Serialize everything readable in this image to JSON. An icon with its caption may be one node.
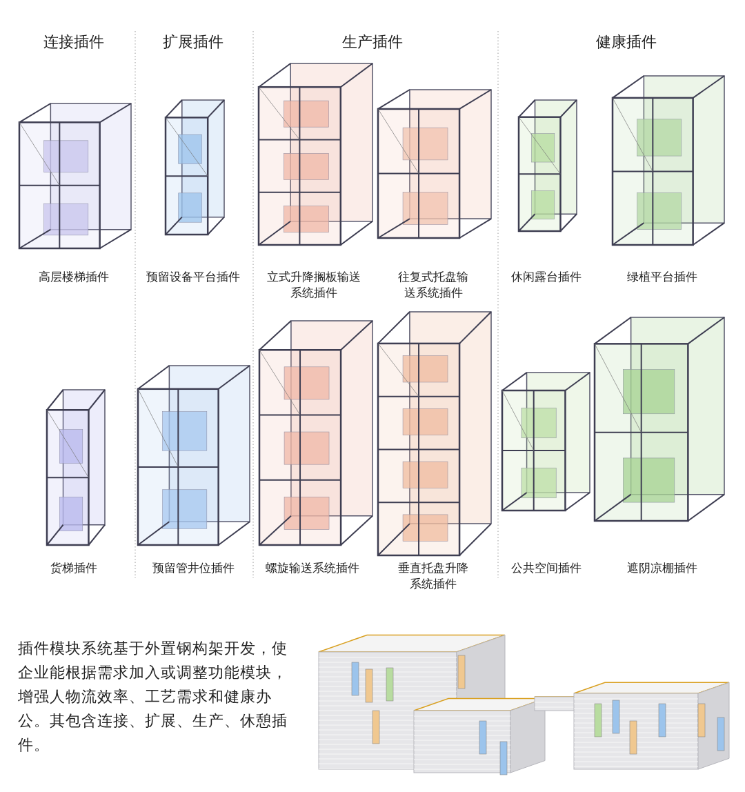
{
  "diagram": {
    "labels": [
      "连接插件",
      "扩展插件",
      "生产插件",
      "健康插件",
      "高层楼梯插件",
      "预留设备平台插件",
      "立式升降搁板输送系统插件",
      "往复式托盘输送系统插件",
      "休闲露台插件",
      "绿植平台插件",
      "货梯插件",
      "预留管井位插件",
      "螺旋输送系统插件",
      "垂直托盘升降系统插件",
      "公共空间插件",
      "遮阴凉棚插件",
      "插件模块系统基于外置钢构架开发，使企业能根据需求加入或调整功能模块，增强人物流效率、工艺需求和健康办公。其包含连接、扩展、生产、休憩插件。"
    ]
  }
}
